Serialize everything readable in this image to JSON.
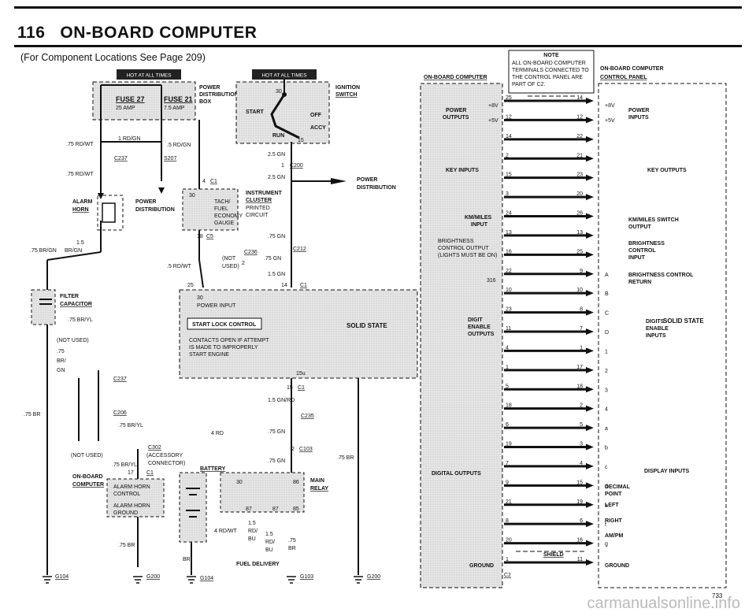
{
  "page": {
    "page_number": "116",
    "title": "ON-BOARD COMPUTER",
    "subtitle": "(For Component Locations See Page 209)",
    "figure_number": "733",
    "watermark": "carmanualsonline.info"
  },
  "banners": {
    "hot_left": "HOT AT ALL TIMES",
    "hot_right": "HOT AT ALL TIMES"
  },
  "fuse_box": {
    "fuse27": "FUSE 27",
    "fuse27_amp": "25 AMP",
    "fuse21": "FUSE 21",
    "fuse21_amp": "7.5 AMP",
    "label1": "POWER",
    "label2": "DISTRIBUTION",
    "label3": "BOX"
  },
  "ignition": {
    "label1": "IGNITION",
    "label2": "SWITCH",
    "start": "START",
    "off": "OFF",
    "accy": "ACCY",
    "run": "RUN",
    "pin30": "30",
    "pin15": "15"
  },
  "left_wires": {
    "w1": ".75 RD/WT",
    "w2": "1 RD/GN",
    "w3": ".5 RD/GN",
    "c237": "C237",
    "s207": "S207",
    "w4": ".75 RD/WT",
    "power_dist1": "POWER",
    "power_dist2": "DISTRIBUTION",
    "alarm1": "ALARM",
    "alarm2": "HORN",
    "w5": "1.5",
    "w6": ".75 BR/GN",
    "w7": "BR/GN",
    "filter1": "FILTER",
    "filter2": "CAPACITOR",
    "w8": ".75 BR/YL",
    "not_used": "(NOT USED)",
    "w9": ".75",
    "w10": "BR/",
    "w11": "GN",
    "c237b": "C237",
    "c206": "C206",
    "w12": ".75 BR/YL",
    "c302": "C302",
    "accessory": "(ACCESSORY",
    "connector": "CONNECTOR)",
    "not_used2": "(NOT USED)",
    "w13": ".75 BR/YL",
    "c1": "C1",
    "pin17": "17",
    "w14": ".75 BR",
    "onboard1": "ON-BOARD",
    "onboard2": "COMPUTER",
    "alarm_ctrl1": "ALARM HORN",
    "alarm_ctrl2": "CONTROL",
    "alarm_gnd1": "ALARM HORN",
    "alarm_gnd2": "GROUND",
    "w15": ".75 BR"
  },
  "cluster": {
    "c1": "C1",
    "pin4": "4",
    "pin30": "30",
    "tach": "TACH/",
    "fuel": "FUEL",
    "economy": "ECONOMY",
    "gauge": "GAUGE",
    "inst1": "INSTRUMENT",
    "inst2": "CLUSTER",
    "printed1": "PRINTED",
    "printed2": "CIRCUIT",
    "c5": "C5",
    "pin18": "18",
    "w1": "2.5 GN",
    "c200": "C200",
    "pin1": "1",
    "w2": "2.5 GN",
    "pd1": "POWER",
    "pd2": "DISTRIBUTION",
    "w3": ".75 GN",
    "c212": "C212",
    "c236": "C236",
    "not": "(NOT",
    "used": "USED)",
    "w4": ".75 GN",
    "pin2": "2",
    "w5": ".5 RD/WT",
    "w6": "1.5 GN",
    "pin14": "14",
    "c1b": "C1",
    "pin25": "25"
  },
  "solid_state": {
    "pin30": "30",
    "power_input": "POWER INPUT",
    "start_lock": "START LOCK CONTROL",
    "contacts1": "CONTACTS OPEN IF ATTEMPT",
    "contacts2": "IS MADE TO IMPROPERLY",
    "contacts3": "START ENGINE",
    "label": "SOLID STATE",
    "pin15u": "15u",
    "pin15": "15",
    "c1": "C1"
  },
  "lower_mid": {
    "w1": "1.5 GN/RD",
    "c235": "C235",
    "w2": ".75 GN",
    "w3": "4 RD",
    "c103": "C103",
    "pin2": "2",
    "w4": ".75 GN",
    "w5": ".75 BR",
    "battery": "BATTERY",
    "main1": "MAIN",
    "main2": "RELAY",
    "p30": "30",
    "p86": "86",
    "p87": "87",
    "p87b": "87",
    "p85": "85",
    "w6": "4 RD/WT",
    "w7": "1.5",
    "w8": "RD/",
    "w9": "BU",
    "w10": "1.5",
    "w11": "RD/",
    "w12": "BU",
    "w13": ".75",
    "w14": "BR",
    "fuel_delivery": "FUEL DELIVERY",
    "br": "BR"
  },
  "grounds": {
    "g104": "G104",
    "g200": "G200",
    "g104b": "G104",
    "g103": "G103",
    "g200b": "G200",
    "w_left": ".75 BR"
  },
  "right_panel": {
    "note_title": "NOTE",
    "note1": "ALL ON-BOARD COMPUTER",
    "note2": "TERMINALS CONNECTED TO",
    "note3": "THE CONTROL PANEL ARE",
    "note4": "PART OF C2.",
    "obc_label": "ON-BOARD COMPUTER",
    "panel1": "ON-BOARD COMPUTER",
    "panel2": "CONTROL PANEL",
    "power_outputs1": "POWER",
    "power_outputs2": "OUTPUTS",
    "plus8v": "+8V",
    "plus5v": "+5V",
    "power_inputs1": "POWER",
    "power_inputs2": "INPUTS",
    "key_inputs": "KEY INPUTS",
    "key_outputs": "KEY OUTPUTS",
    "kmmiles1": "KM/MILES",
    "kmmiles2": "INPUT",
    "kmmiles_sw1": "KM/MILES SWITCH",
    "kmmiles_sw2": "OUTPUT",
    "bright1": "BRIGHTNESS",
    "bright2": "CONTROL OUTPUT",
    "bright3": "(LIGHTS MUST BE ON)",
    "bright_in1": "BRIGHTNESS",
    "bright_in2": "CONTROL",
    "bright_in3": "INPUT",
    "bright_ret1": "BRIGHTNESS CONTROL",
    "bright_ret2": "RETURN",
    "p316": "316",
    "digit1": "DIGIT",
    "digit2": "ENABLE",
    "digit3": "OUTPUTS",
    "digits1": "DIGITS",
    "digits2": "ENABLE",
    "digits3": "INPUTS",
    "solid_state": "SOLID STATE",
    "digital_outputs": "DIGITAL OUTPUTS",
    "display_inputs": "DISPLAY INPUTS",
    "decimal1": "DECIMAL",
    "decimal2": "POINT",
    "left": "LEFT",
    "right": "RIGHT",
    "ampm": "AM/PM",
    "ground_l": "GROUND",
    "ground_r": "GROUND",
    "shield": "SHIELD",
    "c2": "C2",
    "pins_left": [
      "25",
      "12",
      "14",
      "2",
      "15",
      "3",
      "24",
      "13",
      "16",
      "22",
      "10",
      "23",
      "11",
      "4",
      "1",
      "5",
      "18",
      "6",
      "19",
      "7",
      "9",
      "21",
      "8",
      "20",
      "1"
    ],
    "pins_right": [
      "14",
      "12",
      "22",
      "21",
      "23",
      "20",
      "26",
      "13",
      "25",
      "9",
      "10",
      "8",
      "7",
      "1",
      "17",
      "18",
      "2",
      "5",
      "3",
      "4",
      "15",
      "19",
      "6",
      "16",
      "11"
    ],
    "right_letters": [
      "A",
      "B",
      "C",
      "D",
      "1",
      "2",
      "3",
      "4",
      "a",
      "b",
      "c",
      "d",
      "e",
      "f",
      "g"
    ]
  }
}
